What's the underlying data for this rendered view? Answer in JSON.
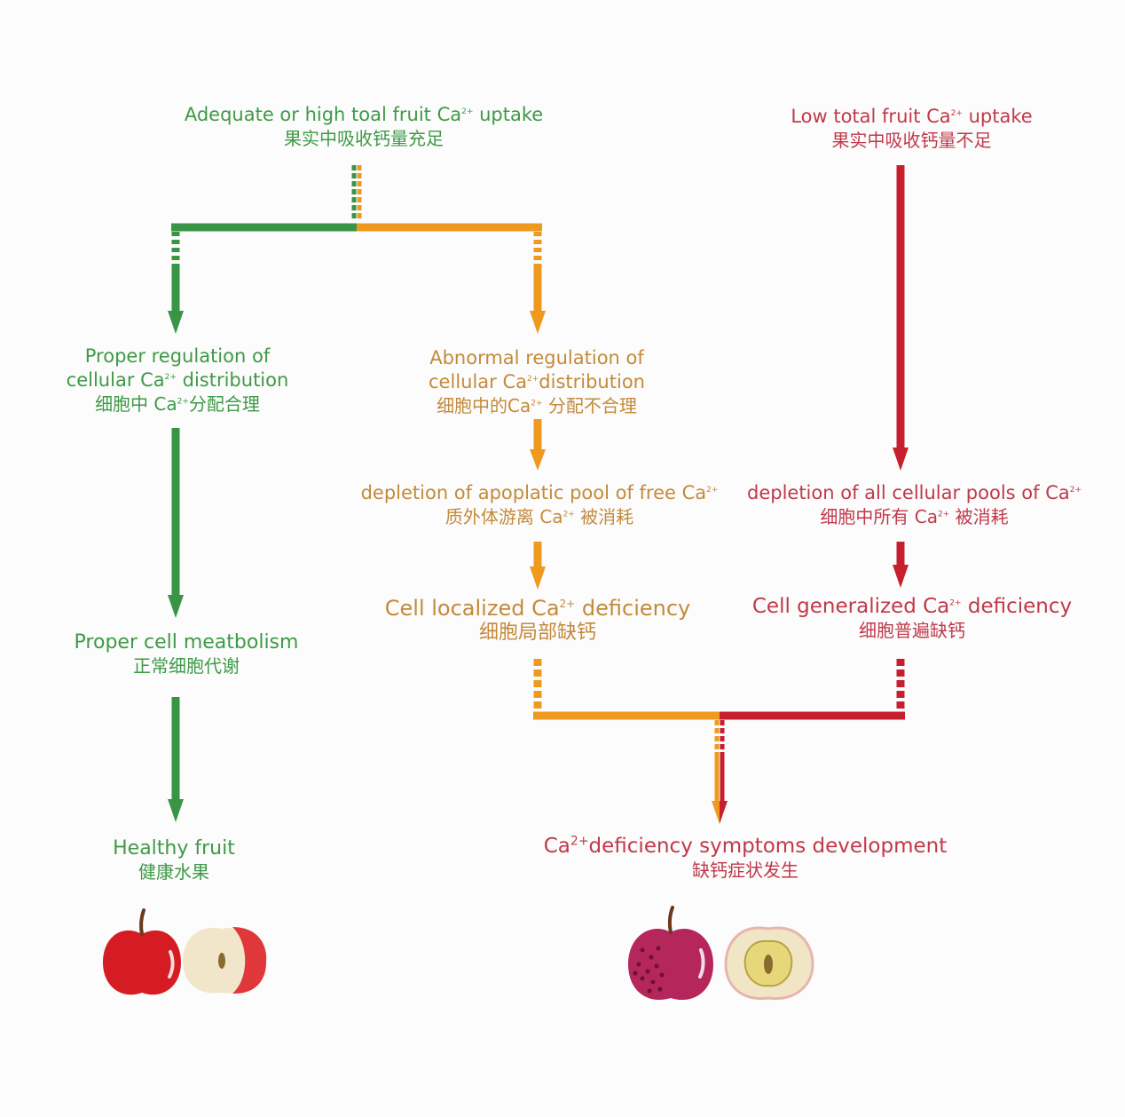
{
  "colors": {
    "green": "#3a9445",
    "orange": "#ef9a1f",
    "red": "#c81f2e",
    "text_green": "#3e9a46",
    "text_orange": "#c48a3a",
    "text_red": "#c0394a"
  },
  "nodes": {
    "adequate": {
      "en_a": "Adequate or high toal fruit Ca",
      "sup": "2+",
      "en_b": " uptake",
      "zh": "果实中吸收钙量充足"
    },
    "low": {
      "en_a": "Low total fruit Ca",
      "sup": "2+",
      "en_b": " uptake",
      "zh": "果实中吸收钙量不足"
    },
    "proper_reg": {
      "en1": "Proper regulation of",
      "en2_a": "cellular Ca",
      "sup": "2+",
      "en2_b": " distribution",
      "zh_a": "细胞中 Ca",
      "zh_b": "分配合理"
    },
    "abnormal_reg": {
      "en1": "Abnormal regulation of",
      "en2_a": "cellular Ca",
      "sup": "2+",
      "en2_b": "distribution",
      "zh_a": "细胞中的Ca",
      "zh_b": " 分配不合理"
    },
    "apoplastic": {
      "en_a": "depletion of apoplatic pool of free Ca",
      "sup": "2+",
      "zh_a": "质外体游离 Ca",
      "zh_b": " 被消耗"
    },
    "all_pools": {
      "en_a": "depletion of all cellular pools of Ca",
      "sup": "2+",
      "zh_a": "细胞中所有 Ca",
      "zh_b": " 被消耗"
    },
    "localized": {
      "en_a": "Cell localized Ca",
      "sup": "2+",
      "en_b": " deficiency",
      "zh": "细胞局部缺钙"
    },
    "generalized": {
      "en_a": "Cell generalized Ca",
      "sup": "2+",
      "en_b": " deficiency",
      "zh": "细胞普遍缺钙"
    },
    "metabolism": {
      "en": "Proper cell meatbolism",
      "zh": "正常细胞代谢"
    },
    "healthy": {
      "en": "Healthy fruit",
      "zh": "健康水果"
    },
    "symptoms": {
      "en_a": "Ca",
      "sup": "2+",
      "en_b": "deficiency symptoms development",
      "zh": "缺钙症状发生"
    }
  },
  "illustrations": {
    "healthy_apple": "healthy-apple-icon",
    "healthy_apple_half": "healthy-apple-half-icon",
    "diseased_apple": "diseased-apple-icon",
    "diseased_apple_half": "diseased-apple-half-icon"
  }
}
